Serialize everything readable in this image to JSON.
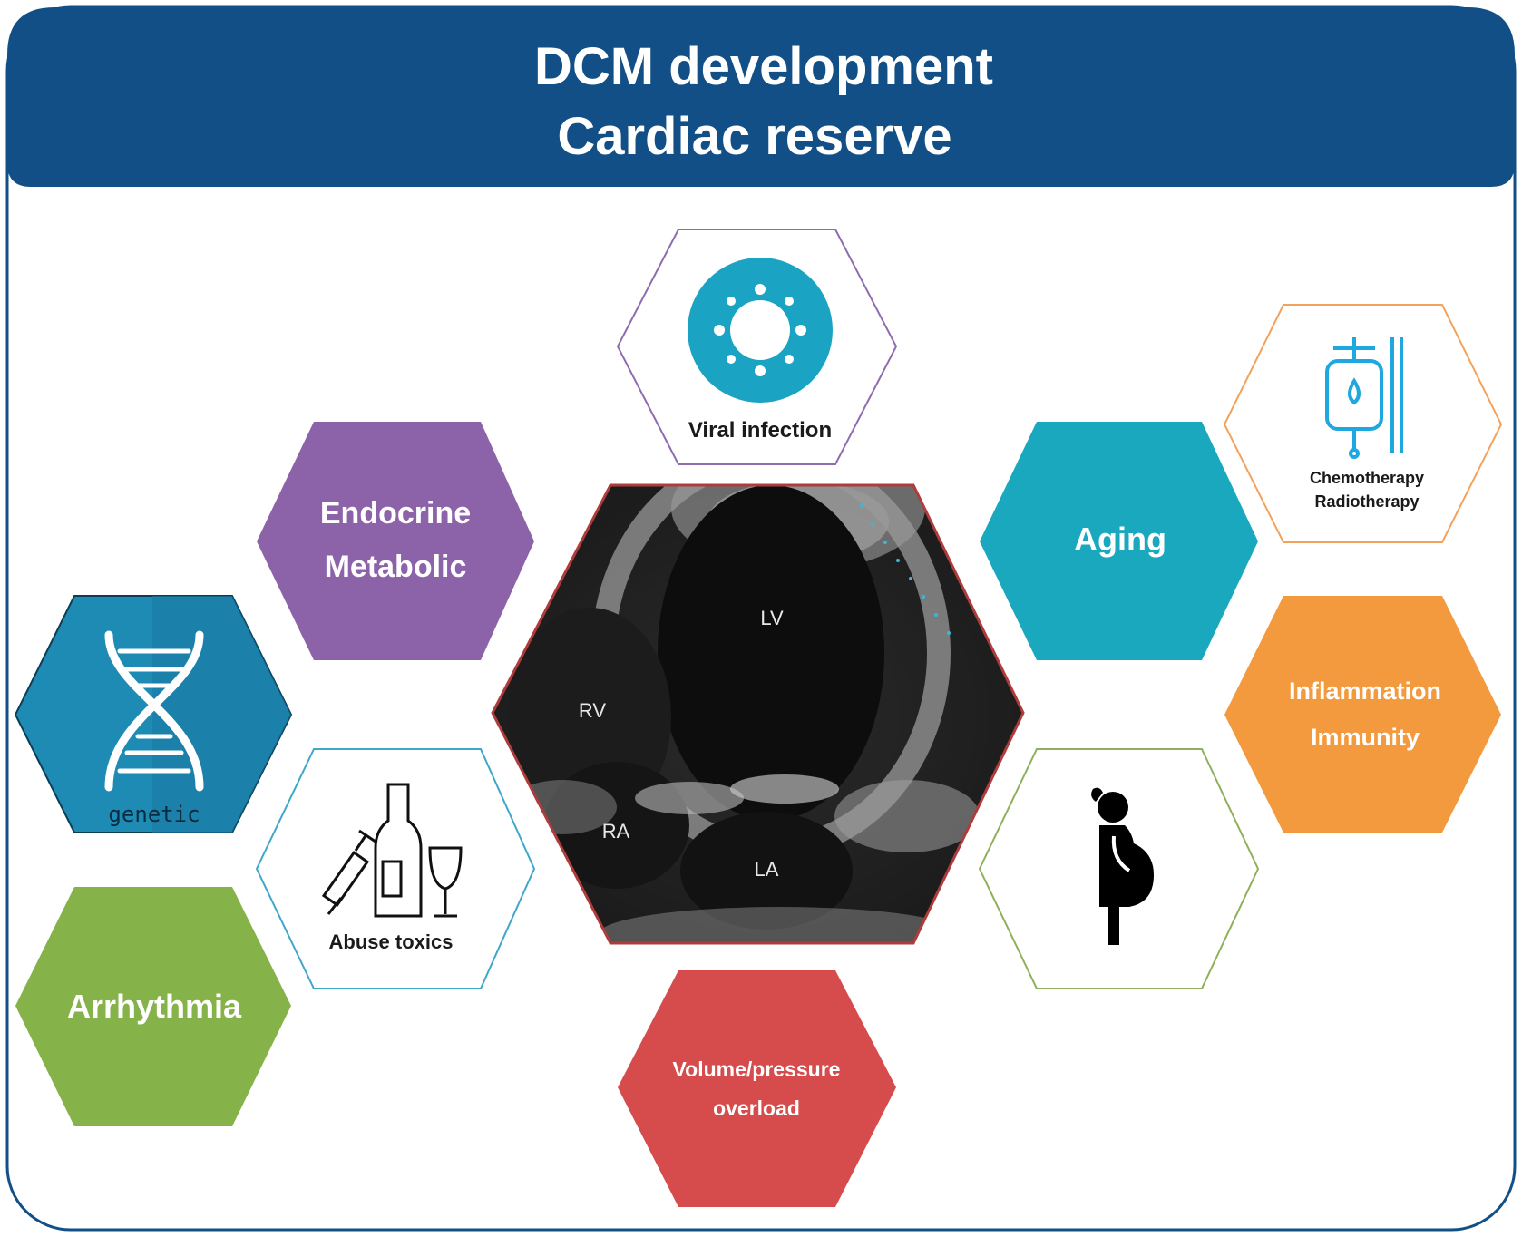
{
  "header": {
    "line1": "DCM development",
    "line2": "Cardiac reserve"
  },
  "colors": {
    "header_blue": "#114f86",
    "border_blue": "#114f86",
    "viral_teal": "#1aa3c3",
    "endocrine_purple": "#8c62a8",
    "genetic_blue": "#1e8bb5",
    "abuse_outline": "#3fa7c9",
    "arrhythmia_green": "#86b24a",
    "volume_red": "#d64b4b",
    "aging_teal": "#1aa8be",
    "chemo_outline": "#f2a25c",
    "inflammation_orange": "#f39a3e",
    "pregnancy_outline": "#8fb05a",
    "echo_border": "#b03b3b"
  },
  "hexes": {
    "viral": {
      "label": "Viral infection",
      "icon": "virus-icon"
    },
    "endocrine": {
      "line1": "Endocrine",
      "line2": "Metabolic"
    },
    "genetic": {
      "label": "genetic",
      "icon": "dna-icon"
    },
    "abuse": {
      "label": "Abuse toxics",
      "icon": "syringe-bottle-glass-icon"
    },
    "arrhythmia": {
      "label": "Arrhythmia"
    },
    "volume": {
      "line1": "Volume/pressure",
      "line2": "overload"
    },
    "aging": {
      "label": "Aging"
    },
    "chemo": {
      "line1": "Chemotherapy",
      "line2": "Radiotherapy",
      "icon": "iv-bag-icon"
    },
    "inflammation": {
      "line1": "Inflammation",
      "line2": "Immunity"
    },
    "pregnancy": {
      "icon": "pregnant-woman-icon"
    }
  },
  "echo": {
    "lv": "LV",
    "rv": "RV",
    "ra": "RA",
    "la": "LA"
  }
}
